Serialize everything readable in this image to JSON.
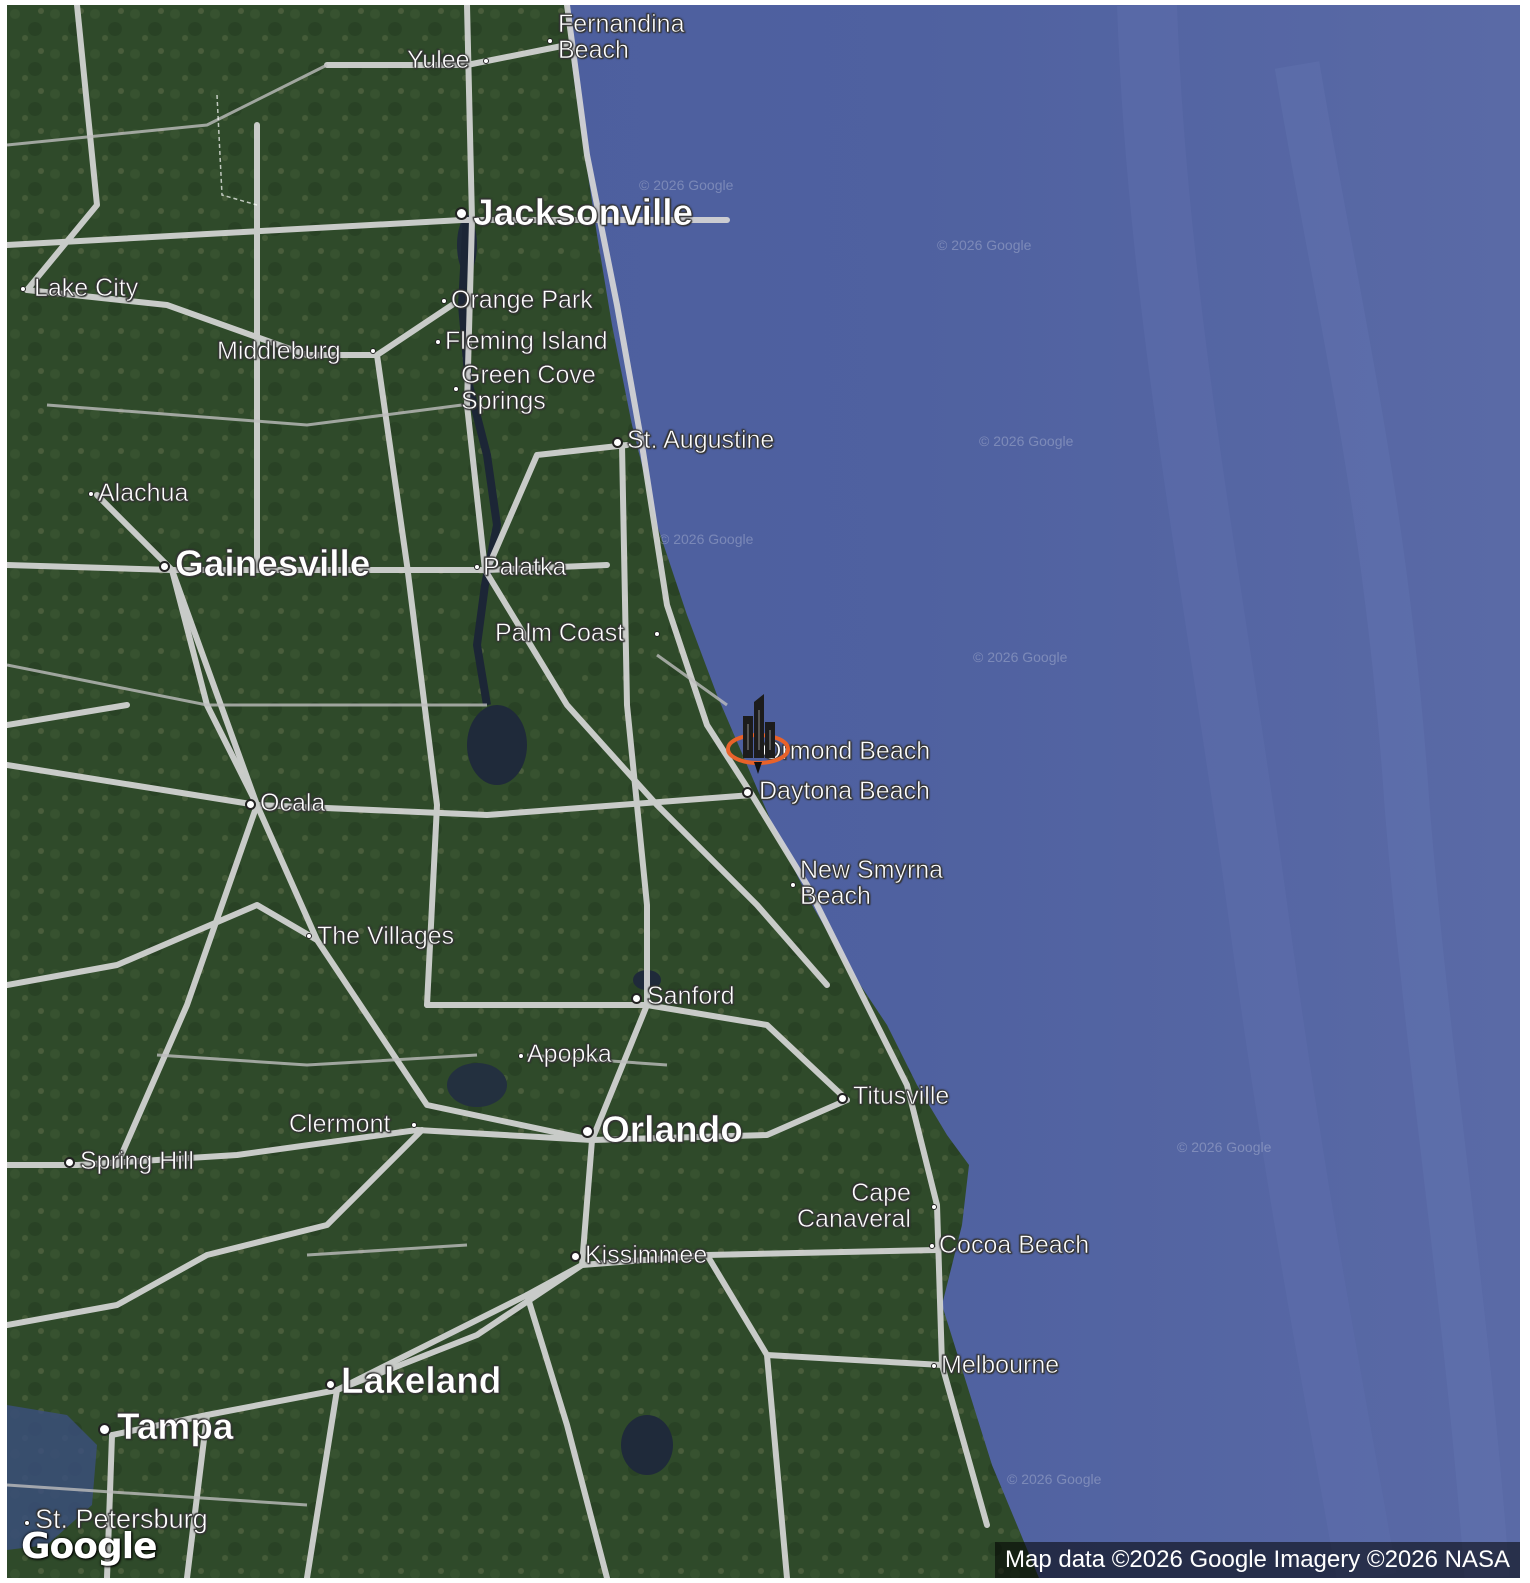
{
  "map": {
    "type": "satellite-hybrid",
    "colors": {
      "ocean": "#4d5f9e",
      "land": "#2f4a2a",
      "roads": "#d8d8d8",
      "marker_ring": "#e8622a",
      "marker_icon": "#1c1c1c"
    },
    "marker": {
      "icon": "buildings-icon",
      "location": "Ormond Beach"
    },
    "cities": [
      {
        "id": "fernandina-beach",
        "name": "Fernandina\nBeach",
        "tier": "s"
      },
      {
        "id": "yulee",
        "name": "Yulee",
        "tier": "s"
      },
      {
        "id": "jacksonville",
        "name": "Jacksonville",
        "tier": "l"
      },
      {
        "id": "lake-city",
        "name": "Lake City",
        "tier": "s"
      },
      {
        "id": "orange-park",
        "name": "Orange Park",
        "tier": "s"
      },
      {
        "id": "middleburg",
        "name": "Middleburg",
        "tier": "s"
      },
      {
        "id": "fleming-island",
        "name": "Fleming Island",
        "tier": "s"
      },
      {
        "id": "green-cove-springs",
        "name": "Green Cove\nSprings",
        "tier": "s"
      },
      {
        "id": "st-augustine",
        "name": "St. Augustine",
        "tier": "s"
      },
      {
        "id": "alachua",
        "name": "Alachua",
        "tier": "s"
      },
      {
        "id": "gainesville",
        "name": "Gainesville",
        "tier": "l"
      },
      {
        "id": "palatka",
        "name": "Palatka",
        "tier": "s"
      },
      {
        "id": "palm-coast",
        "name": "Palm Coast",
        "tier": "s"
      },
      {
        "id": "ormond-beach",
        "name": "Ormond Beach",
        "tier": "s"
      },
      {
        "id": "daytona-beach",
        "name": "Daytona Beach",
        "tier": "s"
      },
      {
        "id": "ocala",
        "name": "Ocala",
        "tier": "s"
      },
      {
        "id": "new-smyrna-beach",
        "name": "New Smyrna\nBeach",
        "tier": "s"
      },
      {
        "id": "the-villages",
        "name": "The Villages",
        "tier": "s"
      },
      {
        "id": "sanford",
        "name": "Sanford",
        "tier": "s"
      },
      {
        "id": "apopka",
        "name": "Apopka",
        "tier": "s"
      },
      {
        "id": "titusville",
        "name": "Titusville",
        "tier": "s"
      },
      {
        "id": "clermont",
        "name": "Clermont",
        "tier": "s"
      },
      {
        "id": "orlando",
        "name": "Orlando",
        "tier": "l"
      },
      {
        "id": "spring-hill",
        "name": "Spring Hill",
        "tier": "s"
      },
      {
        "id": "cape-canaveral",
        "name": "Cape\nCanaveral",
        "tier": "s"
      },
      {
        "id": "cocoa-beach",
        "name": "Cocoa Beach",
        "tier": "s"
      },
      {
        "id": "kissimmee",
        "name": "Kissimmee",
        "tier": "s"
      },
      {
        "id": "melbourne",
        "name": "Melbourne",
        "tier": "s"
      },
      {
        "id": "lakeland",
        "name": "Lakeland",
        "tier": "l"
      },
      {
        "id": "tampa",
        "name": "Tampa",
        "tier": "l"
      },
      {
        "id": "st-petersburg",
        "name": "St. Petersburg",
        "tier": "m"
      }
    ],
    "watermark_text": "© 2026 Google",
    "logo": "Google",
    "attribution": "Map data ©2026 Google Imagery ©2026 NASA"
  }
}
